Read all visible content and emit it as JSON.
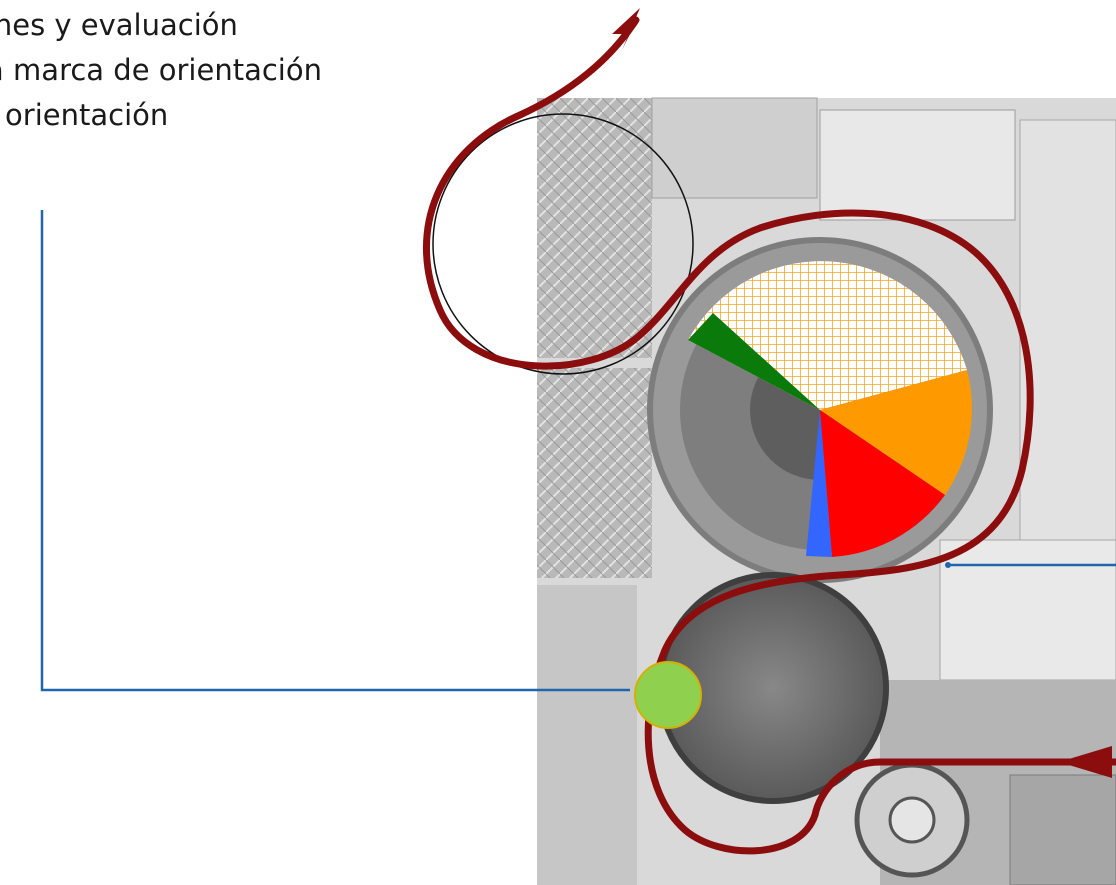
{
  "text_lines": [
    "enes y evaluación",
    "la marca de orientación",
    "e orientación"
  ],
  "colors": {
    "path": "#8b0d0d",
    "leader": "#2166ac",
    "sensor": "#8fd14f",
    "slice_green": "#0a7a0a",
    "slice_orange": "#ff9900",
    "slice_red": "#ff0000",
    "slice_blue": "#3366ff",
    "hatch": "#f5a623",
    "machine": "#c8c8c8"
  },
  "icons": [
    "arrow-head-up-icon",
    "arrow-head-left-icon",
    "sensor-dot-icon"
  ]
}
